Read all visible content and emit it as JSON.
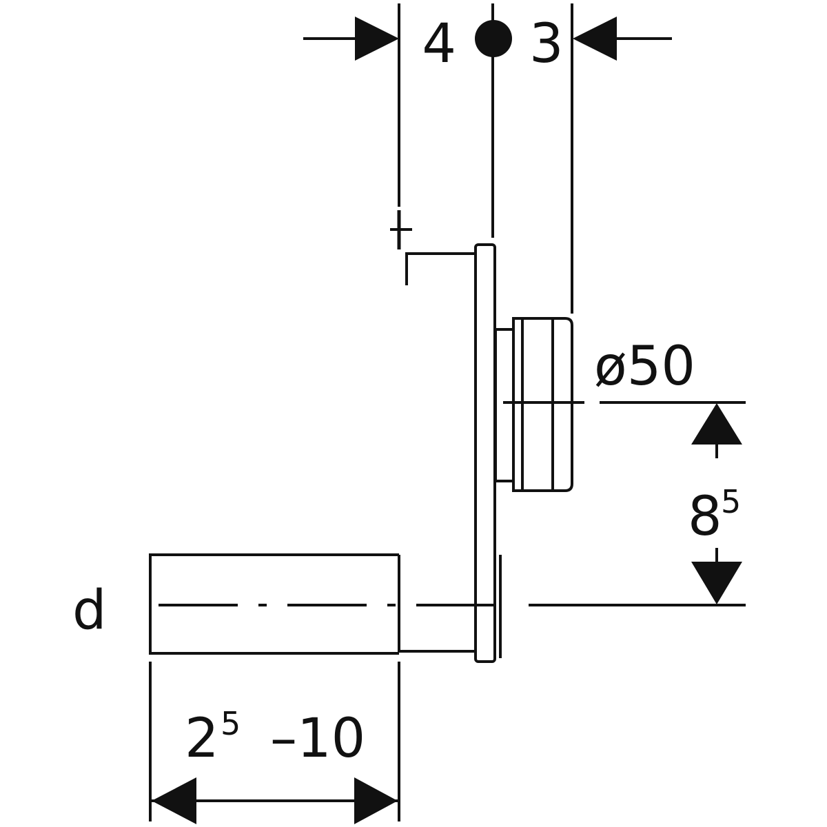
{
  "diagram": {
    "dim_top_left": "4",
    "dim_top_right": "3",
    "outlet_diameter": "ø50",
    "height_base": "8",
    "height_sup": "5",
    "width_base": "2",
    "width_sup": "5",
    "width_range": "–10",
    "pipe_label": "d"
  },
  "colors": {
    "line": "#111111",
    "background": "#ffffff"
  }
}
